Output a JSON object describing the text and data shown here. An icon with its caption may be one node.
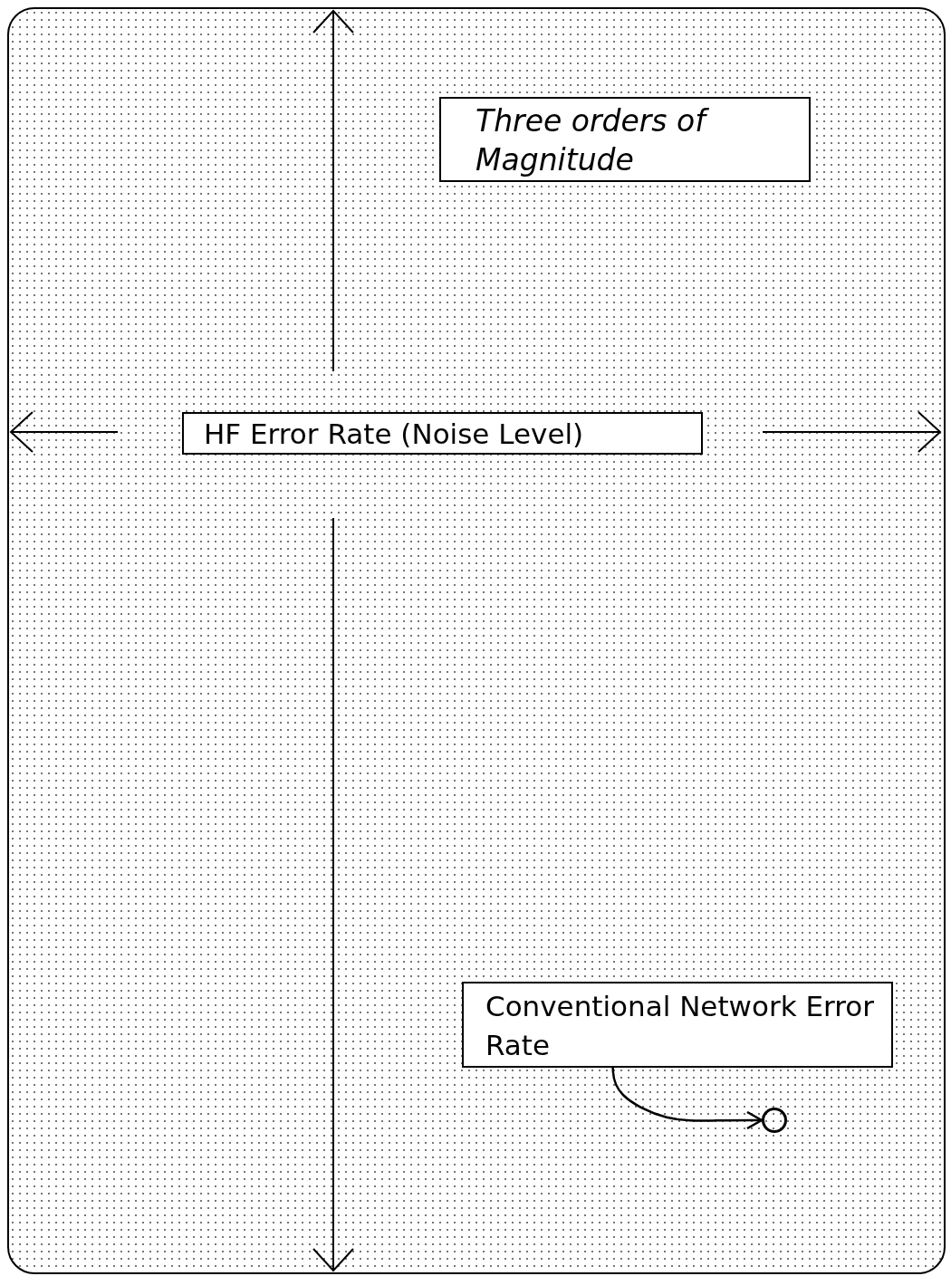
{
  "diagram": {
    "nodes": [
      {
        "text": [
          "Three orders of Magnitude"
        ]
      },
      {
        "text": [
          "HF Error Rate (Noise Level)"
        ]
      },
      {
        "text": [
          "Conventional Network Error Rate"
        ]
      },
      {
        "text": [],
        "shape": "circle"
      }
    ],
    "edges": [
      {
        "from": 2,
        "to": 3,
        "arrow": "to"
      }
    ]
  }
}
